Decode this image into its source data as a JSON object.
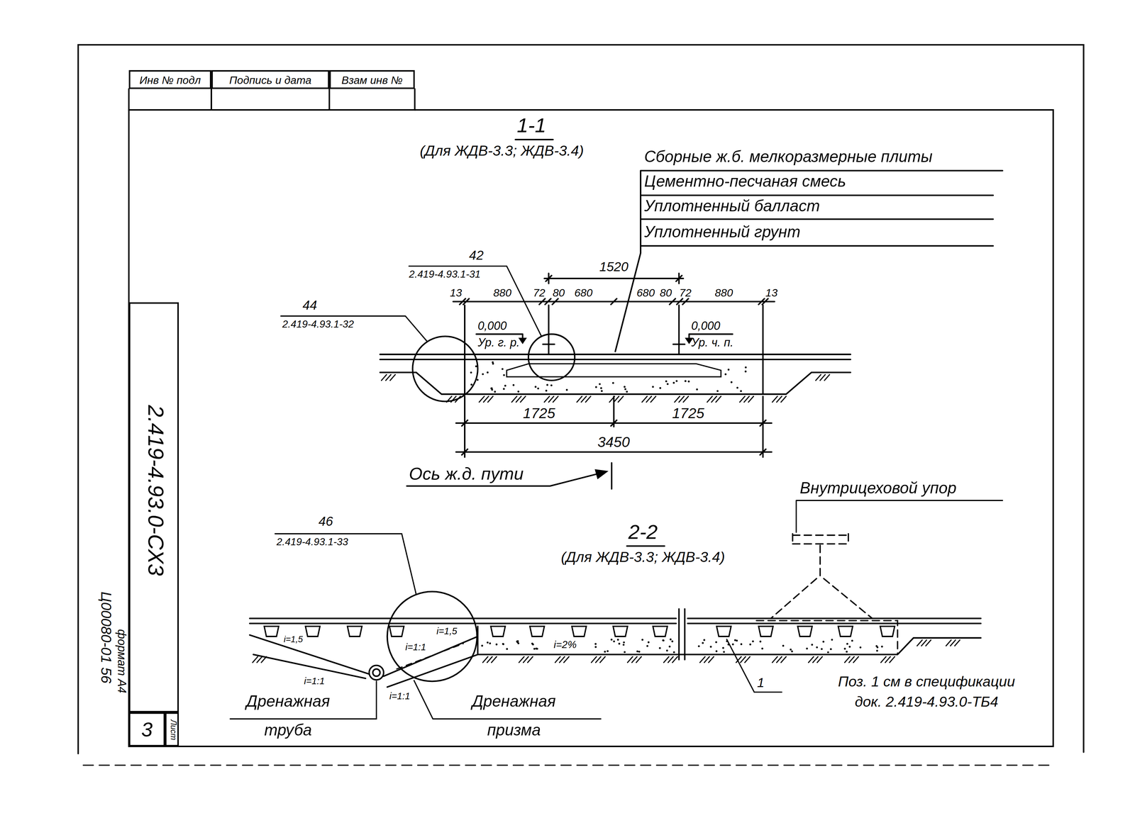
{
  "diagram": {
    "nodes": [
      {
        "text": [
          "Инв № подл"
        ]
      },
      {
        "text": [
          "Подпись и дата"
        ]
      },
      {
        "text": [
          "Взам инв №"
        ]
      },
      {
        "text": [
          "2.419-4.93.0-СХ3"
        ]
      },
      {
        "text": [
          "3"
        ]
      },
      {
        "text": [
          "Лист"
        ]
      }
    ],
    "labels": [
      "1-1",
      "(Для ЖДВ-3.3; ЖДВ-3.4)",
      "Сборные ж.б. мелкоразмерные плиты",
      "Цементно-песчаная смесь",
      "Уплотненный балласт",
      "Уплотненный грунт",
      "42",
      "2.419-4.93.1-31",
      "44",
      "2.419-4.93.1-32",
      "1520",
      "13",
      "880",
      "72",
      "80",
      "680",
      "680",
      "80",
      "72",
      "880",
      "13",
      "0,000",
      "Ур. г. р.",
      "0,000",
      "Ур. ч. п.",
      "1725",
      "1725",
      "3450",
      "Ось ж.д. пути",
      "2-2",
      "(Для ЖДВ-3.3; ЖДВ-3.4)",
      "Внутрицеховой упор",
      "46",
      "2.419-4.93.1-33",
      "i=1,5",
      "i=1:1",
      "i=1,5",
      "i=1:1",
      "i=1:1",
      "i=2%",
      "1",
      "Дренажная труба",
      "Дренажная призма",
      "Поз. 1 см в спецификации док. 2.419-4.93.0-ТБ4",
      "Ц00080-01 56",
      "формат А4"
    ]
  }
}
